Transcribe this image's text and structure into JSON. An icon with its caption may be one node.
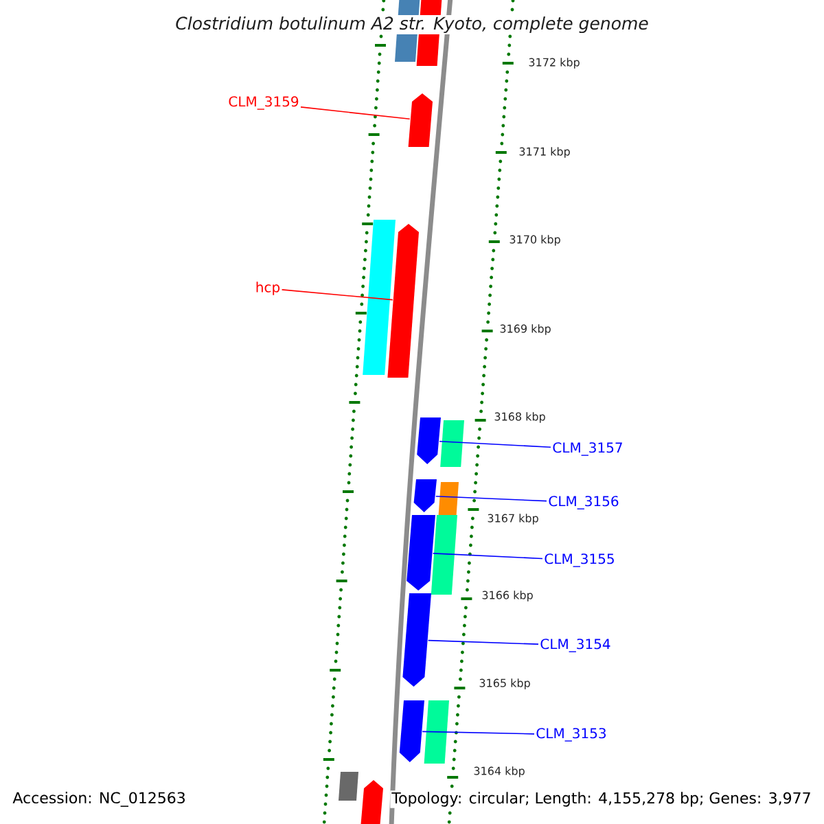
{
  "diagram": {
    "title": "Clostridium botulinum A2 str. Kyoto, complete genome",
    "nodes": [
      {
        "text": [],
        "shape": "bar"
      },
      {
        "text": [],
        "shape": "bar"
      },
      {
        "text": [],
        "shape": "pentagon"
      },
      {
        "text": [],
        "shape": "bar"
      },
      {
        "text": [],
        "shape": "pentagon"
      },
      {
        "text": [],
        "shape": "pentagon"
      },
      {
        "text": [],
        "shape": "bar"
      },
      {
        "text": [],
        "shape": "pentagon"
      },
      {
        "text": [],
        "shape": "bar"
      },
      {
        "text": [],
        "shape": "pentagon"
      },
      {
        "text": [],
        "shape": "bar"
      },
      {
        "text": [],
        "shape": "pentagon"
      },
      {
        "text": [],
        "shape": "pentagon"
      },
      {
        "text": [],
        "shape": "bar"
      },
      {
        "text": [],
        "shape": "bar"
      },
      {
        "text": [],
        "shape": "pentagon"
      },
      {
        "text": [
          "CLM_3159"
        ]
      },
      {
        "text": [
          "hcp"
        ]
      },
      {
        "text": [
          "CLM_3157"
        ]
      },
      {
        "text": [
          "CLM_3156"
        ]
      },
      {
        "text": [
          "CLM_3155"
        ]
      },
      {
        "text": [
          "CLM_3154"
        ]
      },
      {
        "text": [
          "CLM_3153"
        ]
      }
    ],
    "edges": [
      {
        "from": 16,
        "to": 2,
        "arrow": "none",
        "color": "#ff0000"
      },
      {
        "from": 17,
        "to": 4,
        "arrow": "none",
        "color": "#ff0000"
      },
      {
        "from": 18,
        "to": 5,
        "arrow": "none"
      },
      {
        "from": 19,
        "to": 7,
        "arrow": "none"
      },
      {
        "from": 20,
        "to": 9,
        "arrow": "none"
      },
      {
        "from": 21,
        "to": 11,
        "arrow": "none"
      },
      {
        "from": 22,
        "to": 12,
        "arrow": "none"
      }
    ],
    "labels": [
      "3172 kbp",
      "3171 kbp",
      "3170 kbp",
      "3169 kbp",
      "3168 kbp",
      "3167 kbp",
      "3166 kbp",
      "3165 kbp",
      "3164 kbp",
      "Accession: NC_012563",
      "Topology: circular; Length: 4,155,278 bp; Genes: 3,977"
    ]
  }
}
